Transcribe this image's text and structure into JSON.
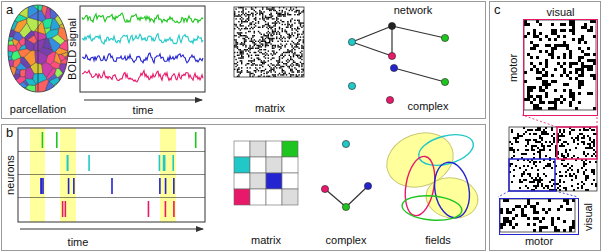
{
  "diagram": {
    "nodes": [
      {
        "text": [
          "a"
        ]
      },
      {
        "text": [
          "b"
        ]
      },
      {
        "text": [
          "c"
        ]
      },
      {
        "text": [
          "visual",
          "motor"
        ],
        "in": 2
      },
      {
        "text": [
          "visual",
          "motor"
        ],
        "in": 2
      }
    ],
    "labels": [
      "parcellation",
      "BOLD signal",
      "time",
      "matrix",
      "network",
      "complex",
      "neurons",
      "time",
      "matrix",
      "complex",
      "fields"
    ]
  }
}
